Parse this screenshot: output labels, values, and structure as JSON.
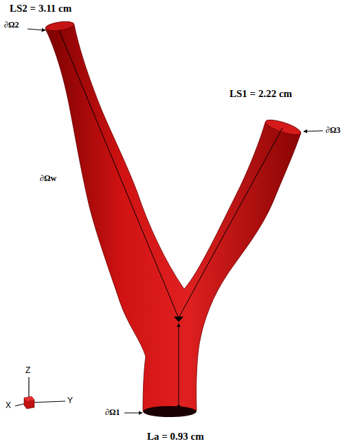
{
  "diagram": {
    "labels": [
      "LS2 = 3.11 cm",
      "∂Ω2",
      "LS1 = 2.22 cm",
      "∂Ω3",
      "∂Ωw",
      "Z",
      "X",
      "Y",
      "∂Ω1",
      "La = 0.93 cm"
    ]
  }
}
